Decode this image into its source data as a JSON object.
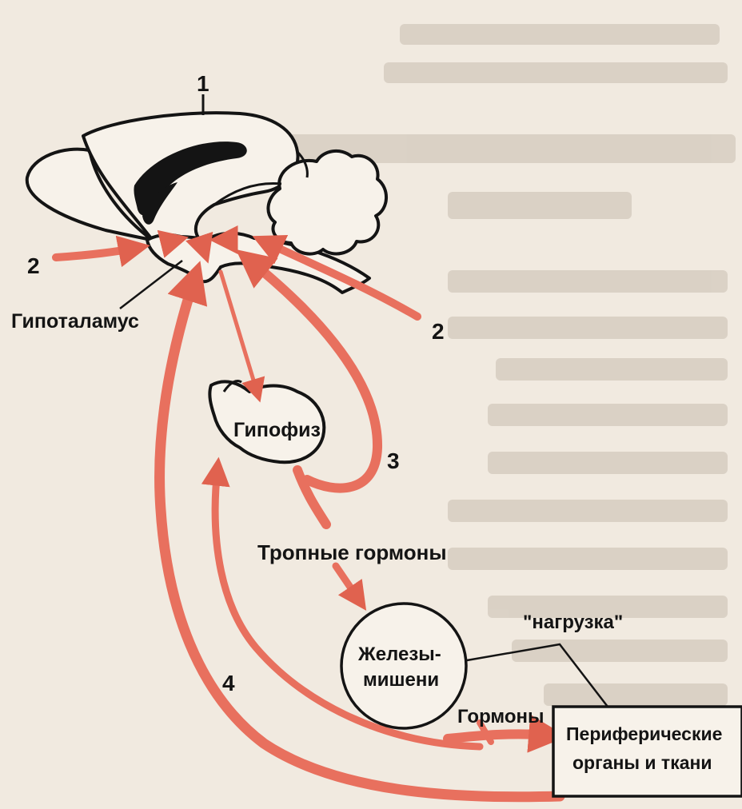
{
  "labels": {
    "brain_number": "1",
    "input_left": "2",
    "input_right": "2",
    "feedback_short": "3",
    "feedback_long": "4",
    "hypothalamus": "Гипоталамус",
    "pituitary": "Гипофиз",
    "tropic_hormones": "Тропные гормоны",
    "target_glands_line1": "Железы-",
    "target_glands_line2": "мишени",
    "load": "\"нагрузка\"",
    "hormones": "Гормоны",
    "peripheral_line1": "Периферические",
    "peripheral_line2": "органы и ткани"
  },
  "colors": {
    "arrow": "#e8705e",
    "arrow_dark": "#d95a48",
    "outline": "#141414",
    "background": "#f1eae0",
    "faded_text": "#c9bfb3"
  }
}
